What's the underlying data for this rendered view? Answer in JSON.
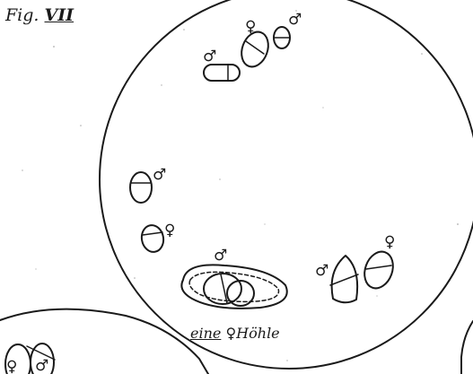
{
  "figure": {
    "label_prefix": "Fig.",
    "label_number": "VII"
  },
  "caption": {
    "word1": "eine",
    "symbol": "♀",
    "word2": "Höhle"
  },
  "sex_symbols": {
    "male": "♂",
    "female": "♀"
  }
}
